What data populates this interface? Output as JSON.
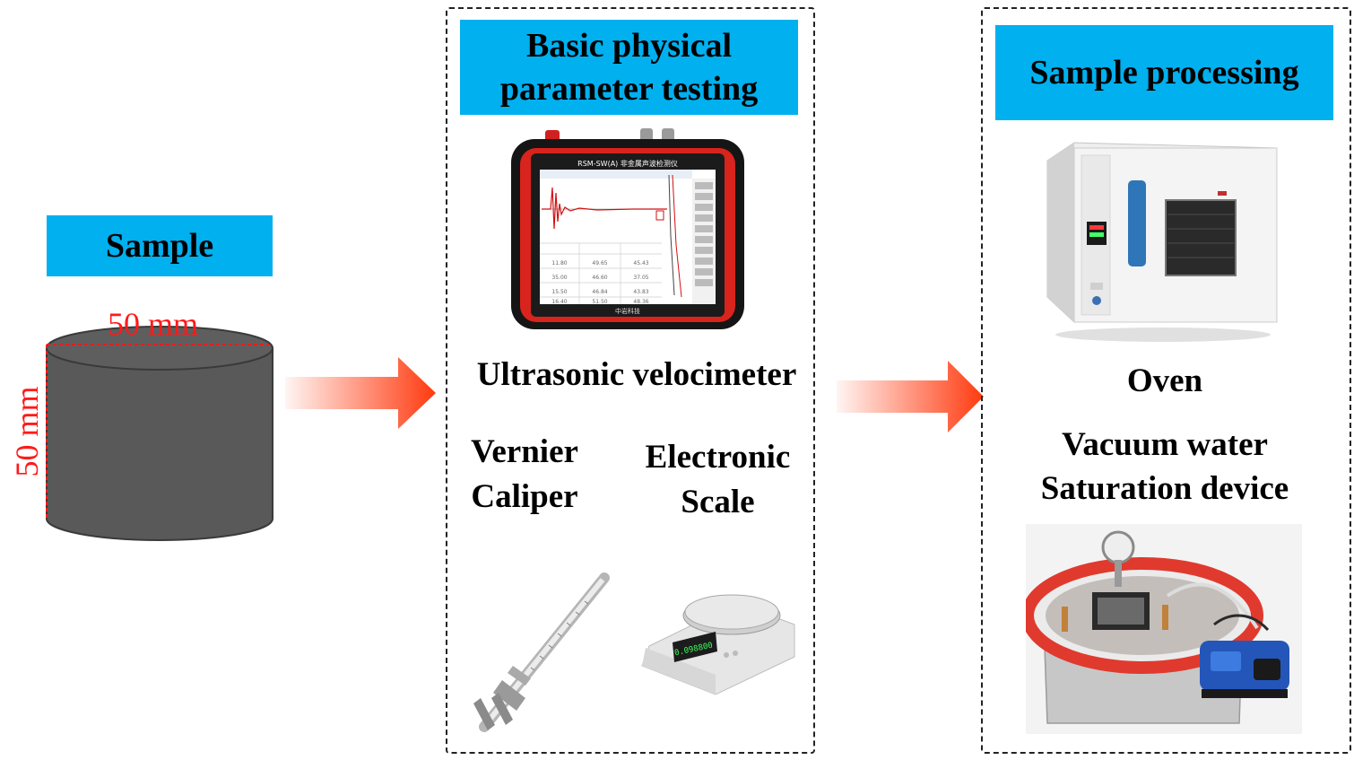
{
  "sample": {
    "title": "Sample",
    "diameter_label": "50 mm",
    "height_label": "50 mm"
  },
  "testing": {
    "title_line1": "Basic physical",
    "title_line2": "parameter testing",
    "ultrasonic_label": "Ultrasonic velocimeter",
    "vernier_line1": "Vernier",
    "vernier_line2": "Caliper",
    "scale_line1": "Electronic",
    "scale_line2": "Scale",
    "device_screen": {
      "brand": "RSM-SW(A) 非金属声波检测仪",
      "footer": "中岩科技",
      "table": [
        [
          "11.80",
          "49.65",
          "45.43"
        ],
        [
          "35.00",
          "46.60",
          "37.05"
        ],
        [
          "15.50",
          "46.84",
          "43.83"
        ],
        [
          "16.40",
          "51.50",
          "48.36"
        ]
      ],
      "scale_display": "0.098800"
    }
  },
  "processing": {
    "title": "Sample processing",
    "oven_label": "Oven",
    "vacuum_line1": "Vacuum water",
    "vacuum_line2": "Saturation device"
  },
  "colors": {
    "label_bg": "#00b0ef",
    "arrow": "#ff3a0f",
    "dimension": "#ff1a1a",
    "cylinder": "#595959"
  }
}
